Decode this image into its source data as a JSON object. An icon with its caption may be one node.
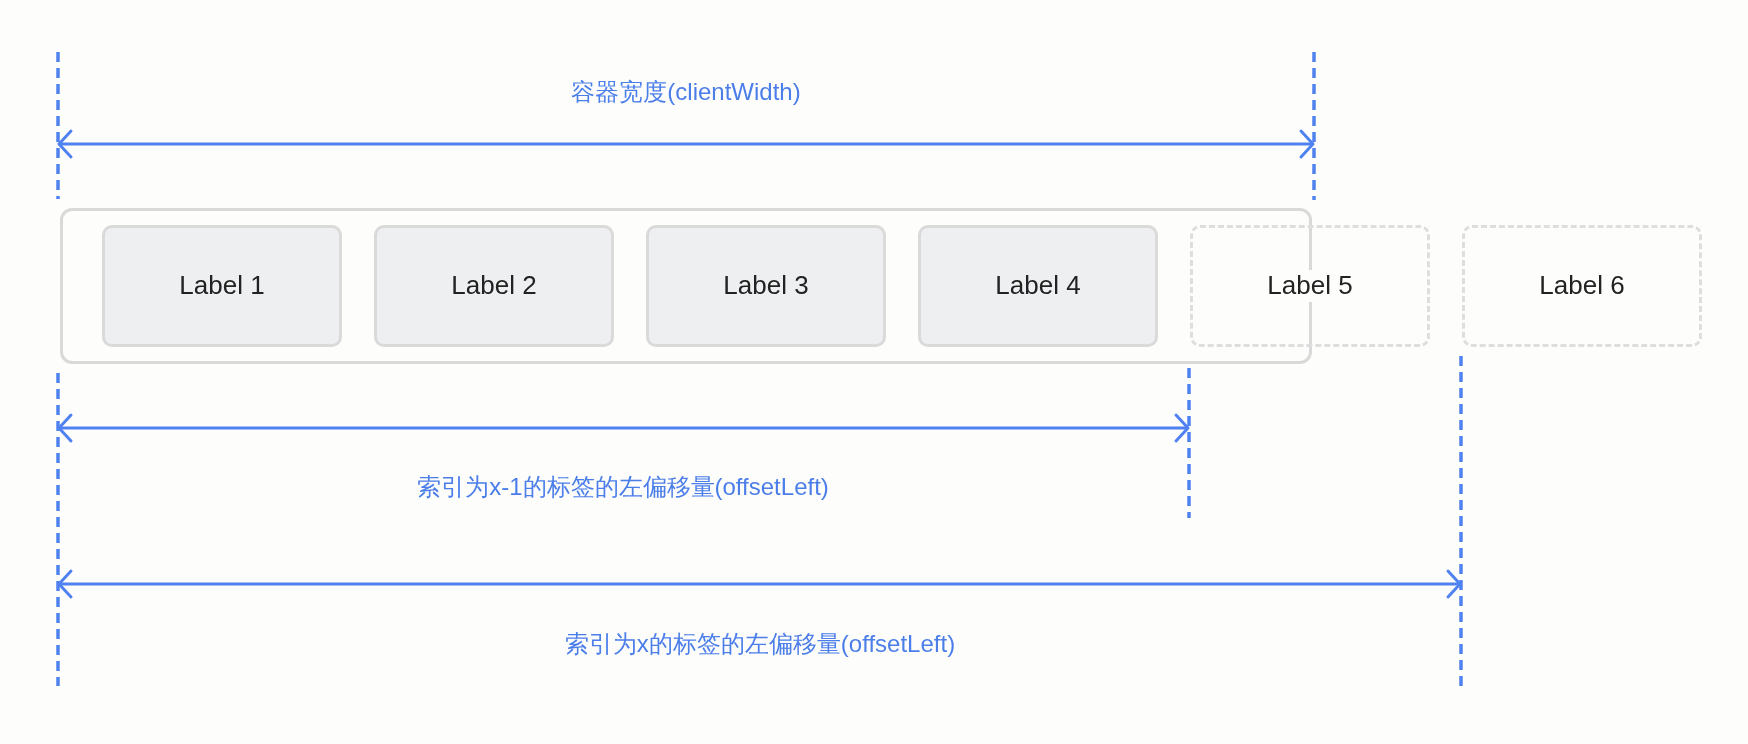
{
  "diagram": {
    "nodes": [
      {
        "text": [],
        "shape": "box"
      },
      {
        "text": [
          "Label 1"
        ],
        "in": 0
      },
      {
        "text": [
          "Label 2"
        ],
        "in": 0
      },
      {
        "text": [
          "Label 3"
        ],
        "in": 0
      },
      {
        "text": [
          "Label 4"
        ],
        "in": 0
      },
      {
        "text": [
          "Label 5"
        ]
      },
      {
        "text": [
          "Label 6"
        ]
      }
    ],
    "labels": [
      "容器宽度(clientWidth)",
      "索引为x-1的标签的左偏移量(offsetLeft)",
      "索引为x的标签的左偏移量(offsetLeft)"
    ]
  }
}
